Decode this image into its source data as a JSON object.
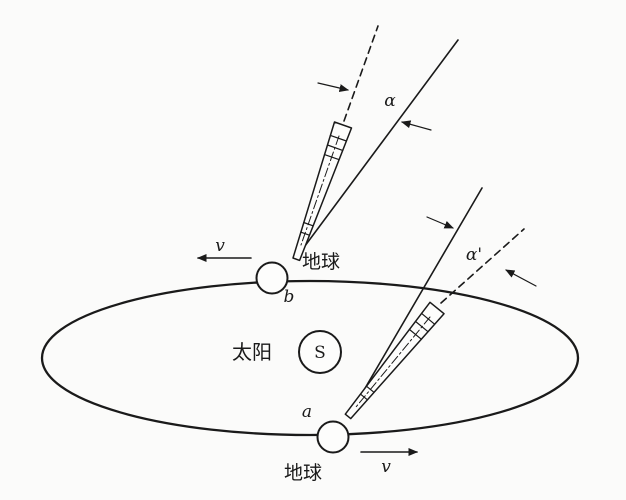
{
  "colors": {
    "ink": "#1a1a1a",
    "paper": "#fbfbfa"
  },
  "labels": {
    "sun": "太阳",
    "sun_symbol": "S",
    "earth_top": "地球",
    "earth_bottom": "地球",
    "point_b": "b",
    "point_a": "a",
    "velocity_top": "v",
    "velocity_bottom": "v",
    "angle_top": "α",
    "angle_bottom": "α'"
  }
}
